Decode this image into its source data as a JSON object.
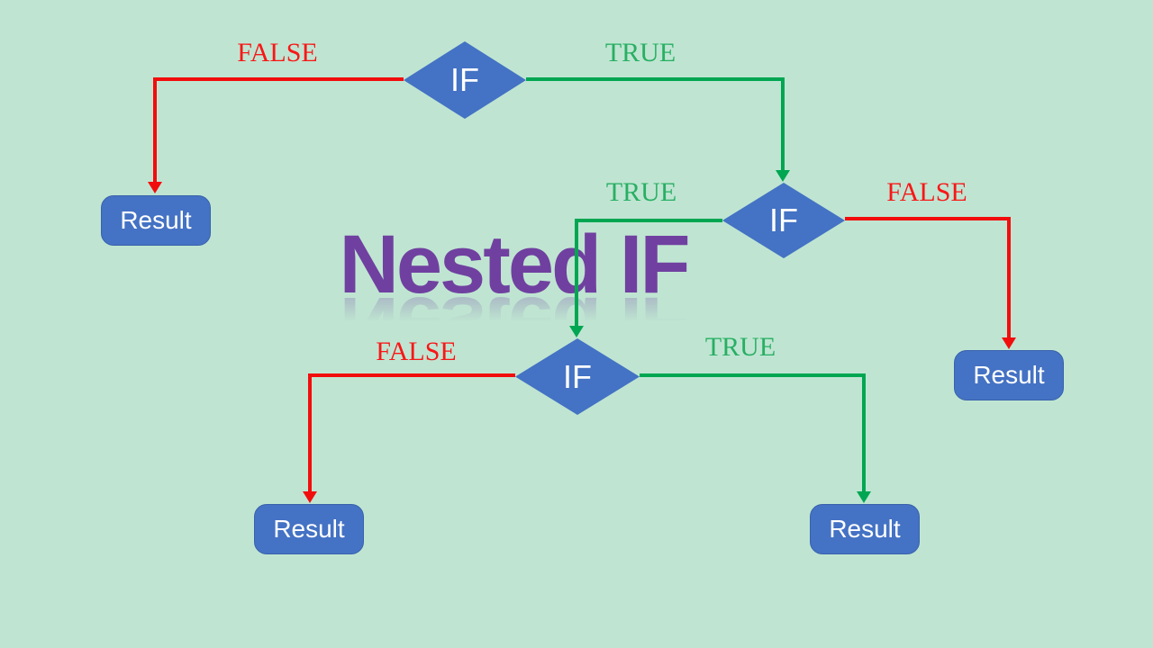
{
  "slide": {
    "title": "Nested IF"
  },
  "colors": {
    "background": "#bfe5d2",
    "node_fill": "#4472c4",
    "node_text": "#ffffff",
    "title_purple": "#7040a0",
    "true_line_green": "#00a651",
    "true_label_green": "#28af63",
    "false_line_red": "#f20d0d",
    "false_label_red": "#f81717"
  },
  "decisions": [
    {
      "id": "if-top",
      "label": "IF"
    },
    {
      "id": "if-middle",
      "label": "IF"
    },
    {
      "id": "if-bottom",
      "label": "IF"
    }
  ],
  "results": [
    {
      "id": "result-top-left",
      "label": "Result"
    },
    {
      "id": "result-right",
      "label": "Result"
    },
    {
      "id": "result-bottom-left",
      "label": "Result"
    },
    {
      "id": "result-bottom-right",
      "label": "Result"
    }
  ],
  "branch_labels": [
    {
      "id": "if-top-false",
      "label": "FALSE"
    },
    {
      "id": "if-top-true",
      "label": "TRUE"
    },
    {
      "id": "if-middle-true",
      "label": "TRUE"
    },
    {
      "id": "if-middle-false",
      "label": "FALSE"
    },
    {
      "id": "if-bottom-false",
      "label": "FALSE"
    },
    {
      "id": "if-bottom-true",
      "label": "TRUE"
    }
  ]
}
